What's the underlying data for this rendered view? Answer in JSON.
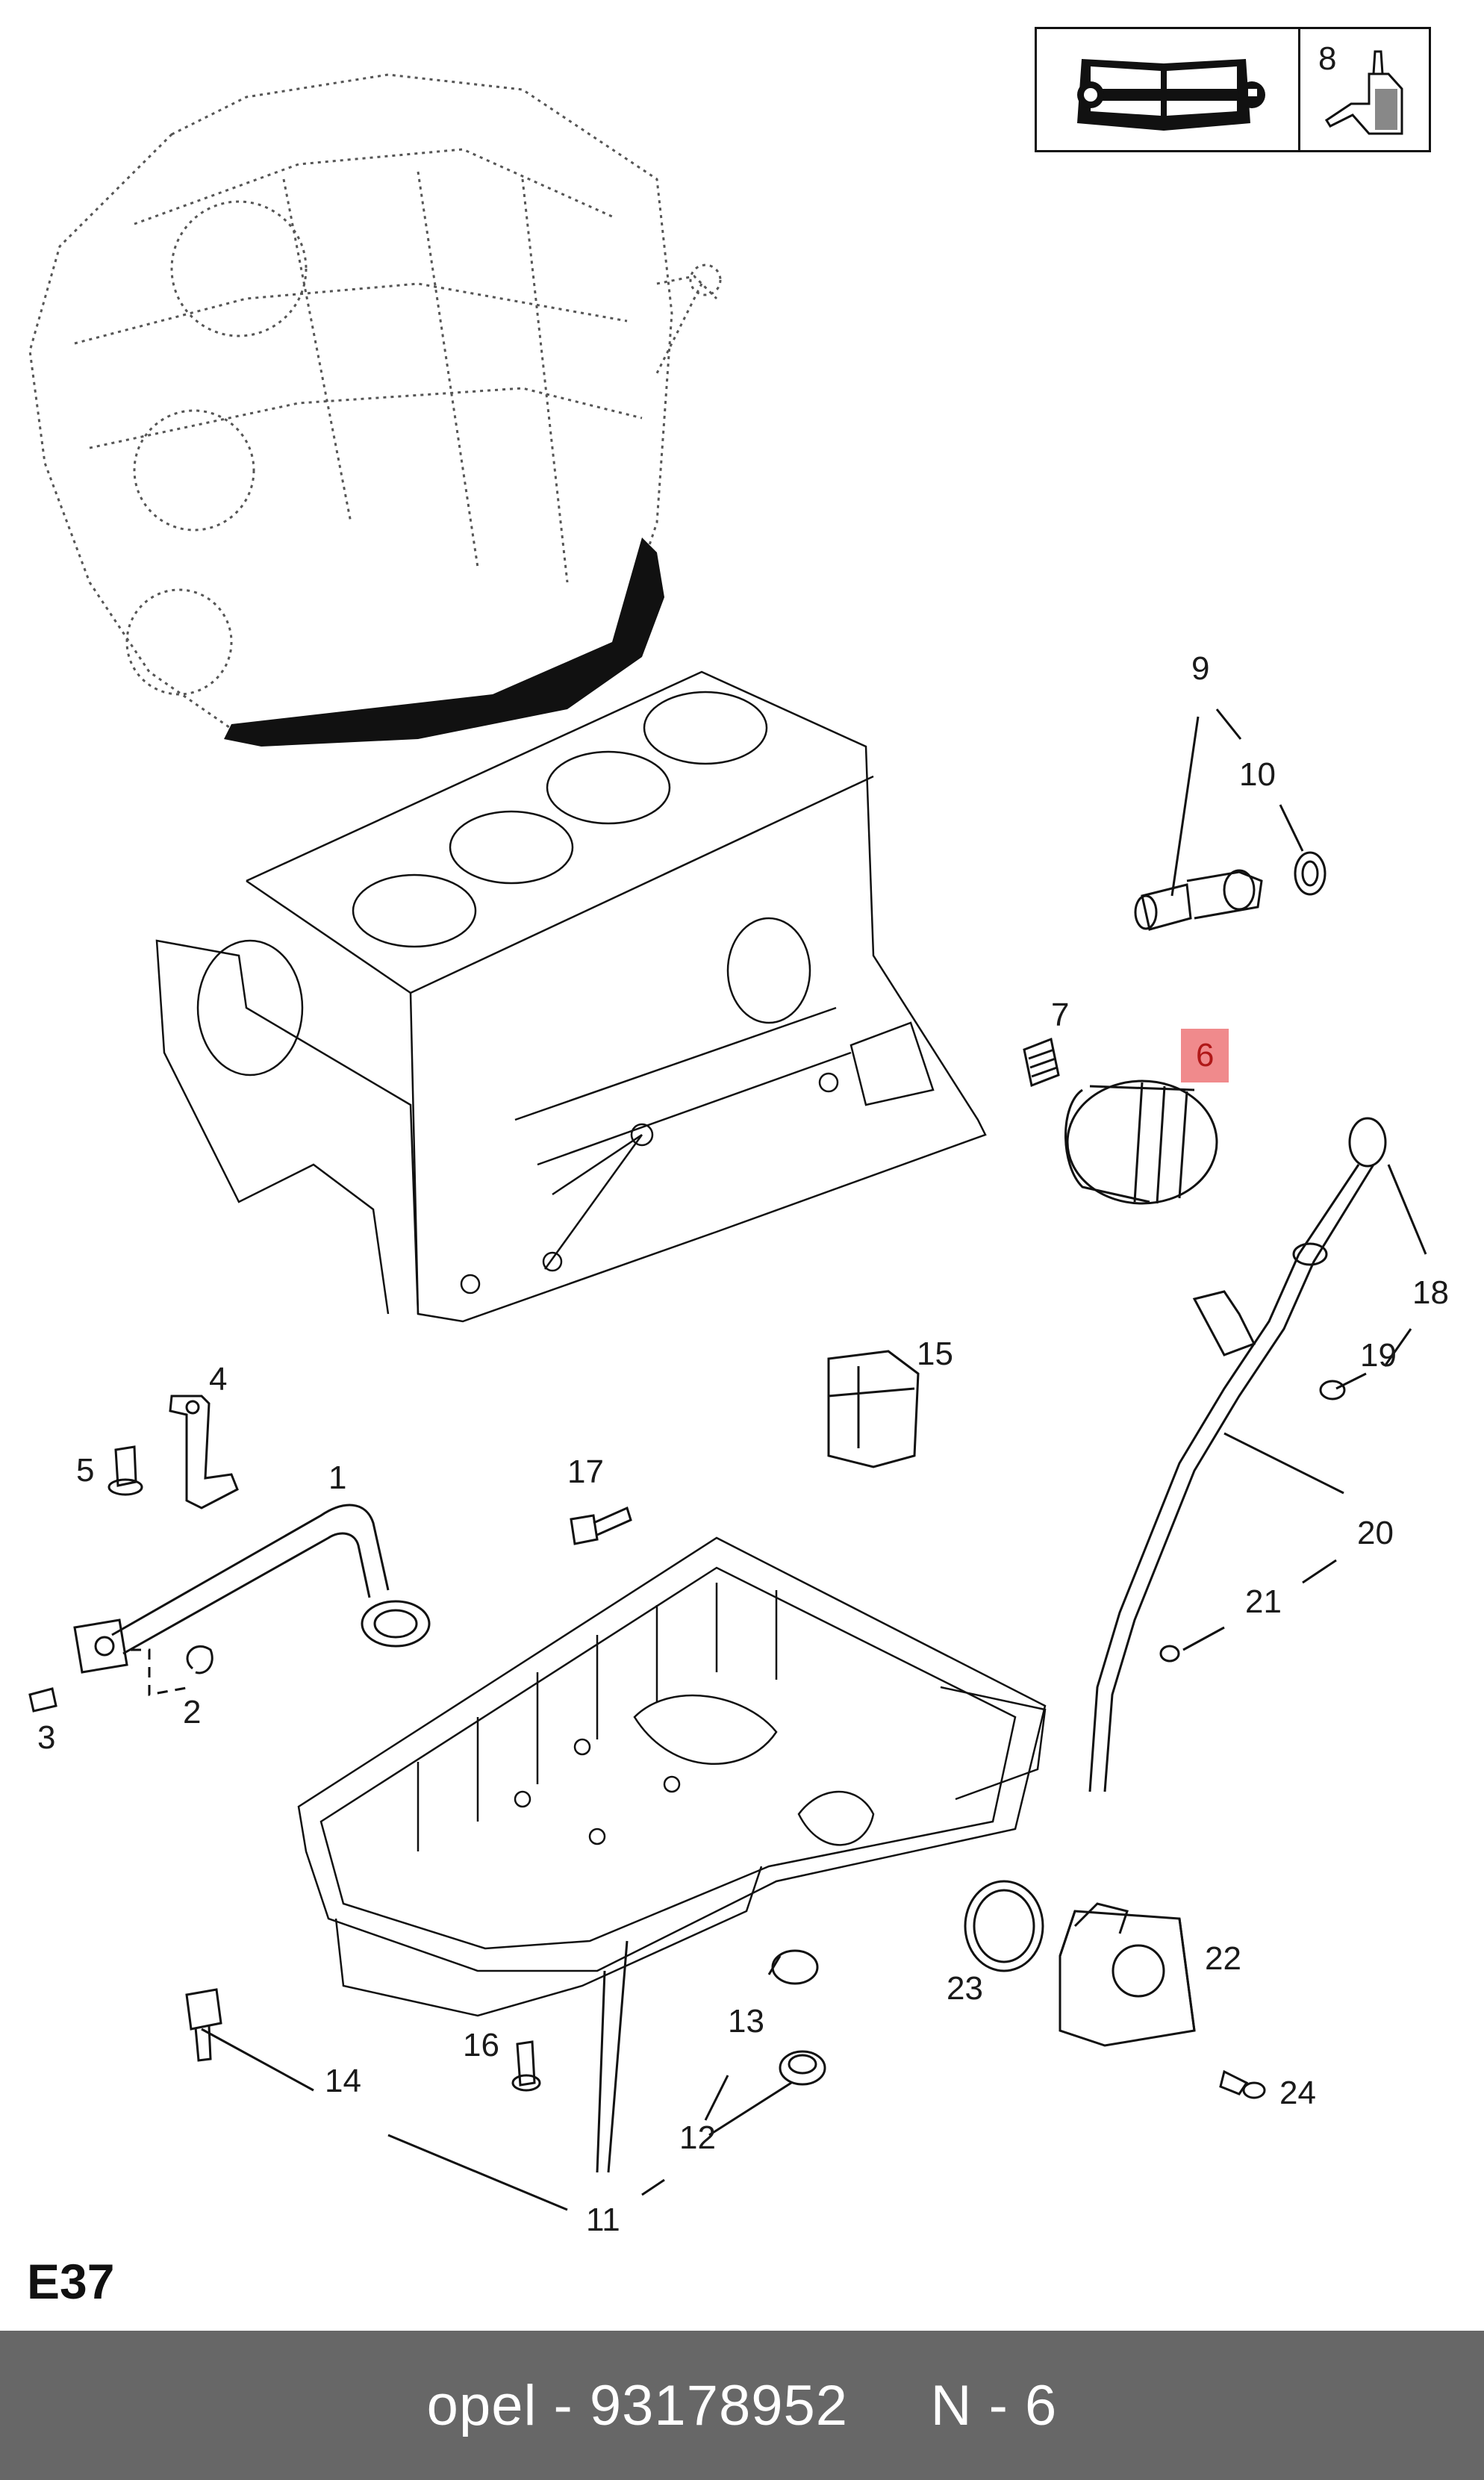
{
  "diagram_code": "E37",
  "tool_box": {
    "wrench_icon": "service-manual-wrench-icon",
    "oil_icon": "oil-bottle-icon",
    "oil_ref": "8"
  },
  "parts": [
    {
      "number": "1",
      "highlight": false
    },
    {
      "number": "2",
      "highlight": false
    },
    {
      "number": "3",
      "highlight": false
    },
    {
      "number": "4",
      "highlight": false
    },
    {
      "number": "5",
      "highlight": false
    },
    {
      "number": "6",
      "highlight": true
    },
    {
      "number": "7",
      "highlight": false
    },
    {
      "number": "9",
      "highlight": false
    },
    {
      "number": "10",
      "highlight": false
    },
    {
      "number": "11",
      "highlight": false
    },
    {
      "number": "12",
      "highlight": false
    },
    {
      "number": "13",
      "highlight": false
    },
    {
      "number": "14",
      "highlight": false
    },
    {
      "number": "15",
      "highlight": false
    },
    {
      "number": "16",
      "highlight": false
    },
    {
      "number": "17",
      "highlight": false
    },
    {
      "number": "18",
      "highlight": false
    },
    {
      "number": "19",
      "highlight": false
    },
    {
      "number": "20",
      "highlight": false
    },
    {
      "number": "21",
      "highlight": false
    },
    {
      "number": "22",
      "highlight": false
    },
    {
      "number": "23",
      "highlight": false
    },
    {
      "number": "24",
      "highlight": false
    }
  ],
  "footer": {
    "brand": "opel",
    "part_number": "93178952",
    "ref": "N - 6",
    "text": "opel - 93178952     N - 6"
  },
  "colors": {
    "highlight": "#f08a8c",
    "footer_bg": "#676767",
    "line": "#111111"
  }
}
